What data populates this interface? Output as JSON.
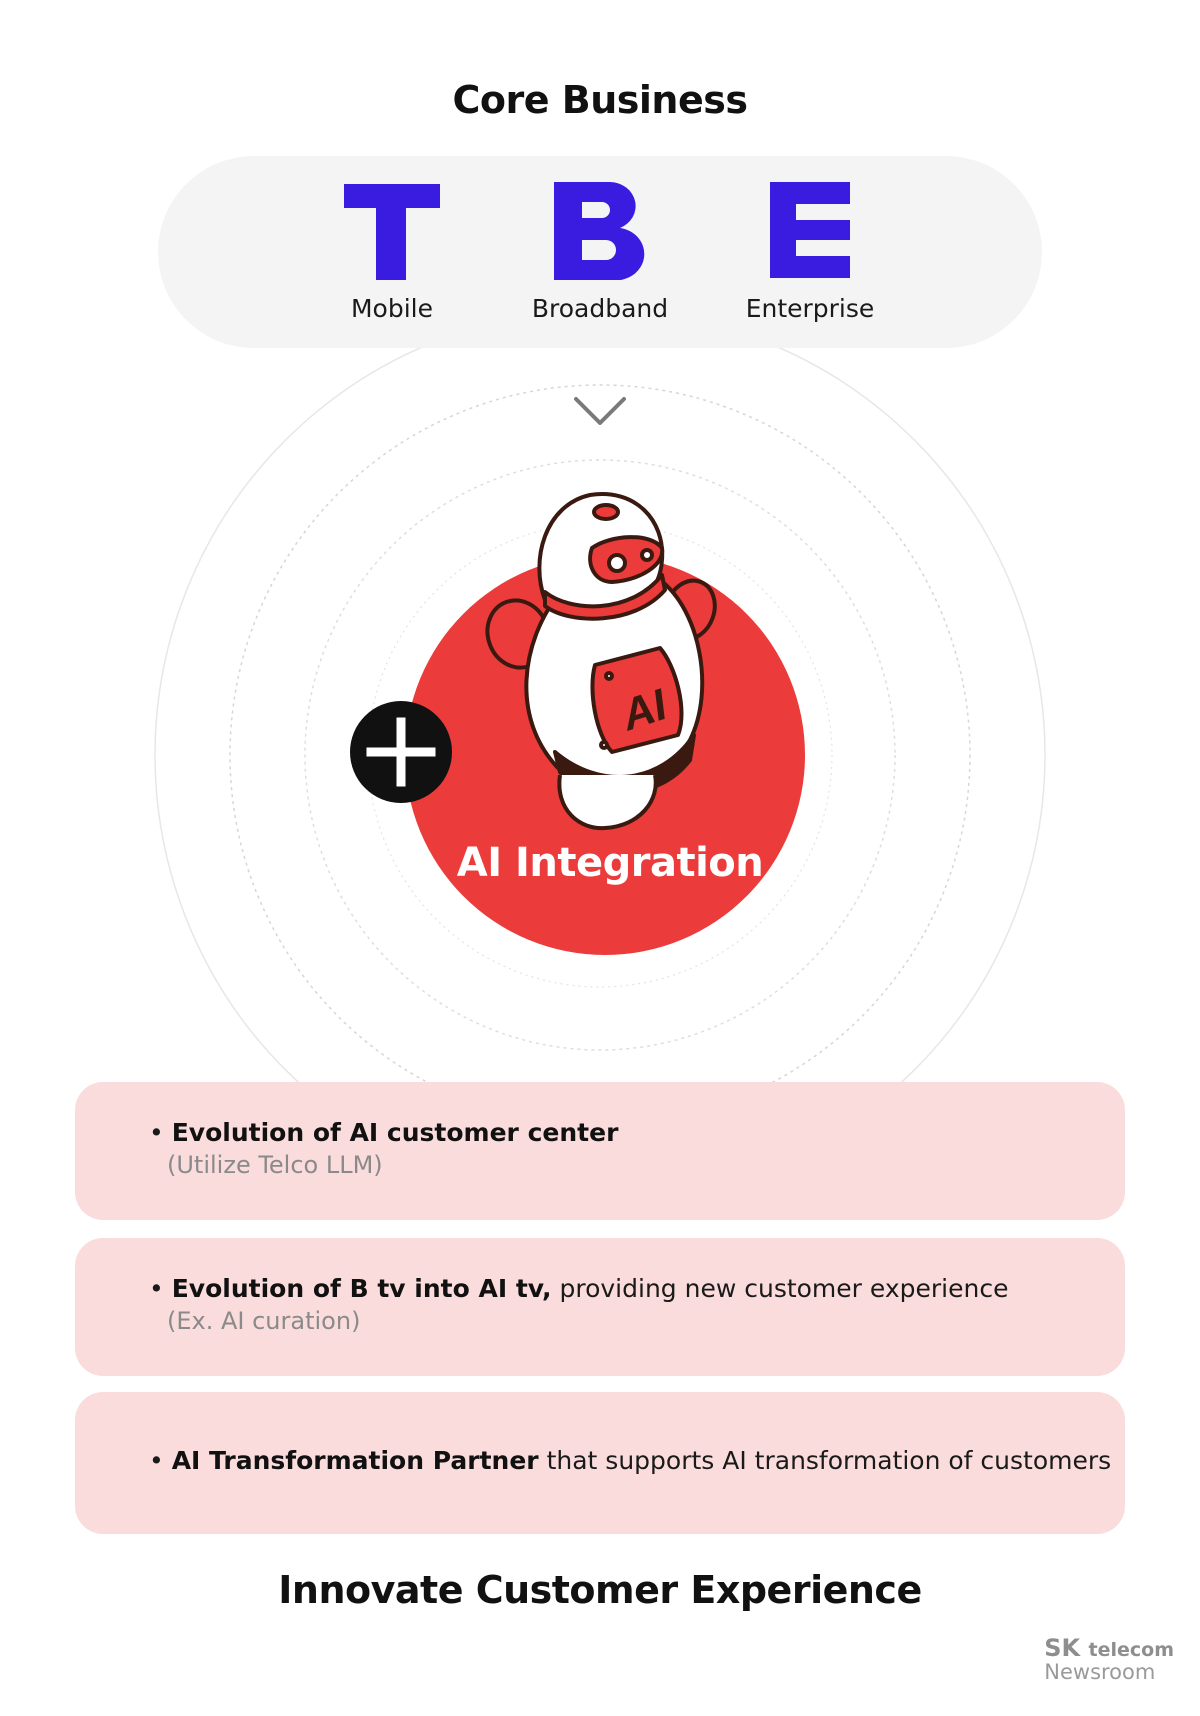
{
  "title": "Core Business",
  "core_business": [
    {
      "letter": "T",
      "label": "Mobile"
    },
    {
      "letter": "B",
      "label": "Broadband"
    },
    {
      "letter": "E",
      "label": "Enterprise"
    }
  ],
  "center": {
    "badge_icon": "plus-icon",
    "label": "AI Integration",
    "robot_chest_text": "AI"
  },
  "cards": [
    {
      "bold": "Evolution of AI customer center",
      "rest": "",
      "sub": "(Utilize Telco LLM)"
    },
    {
      "bold": "Evolution of B tv into AI tv,",
      "rest": " providing new customer experience",
      "sub": "(Ex. AI curation)"
    },
    {
      "bold": "AI Transformation Partner",
      "rest": " that supports AI transformation of customers",
      "sub": ""
    }
  ],
  "bottom_title": "Innovate Customer Experience",
  "brand": {
    "logo": "SK",
    "logo_suffix": "telecom",
    "subtitle": "Newsroom"
  },
  "colors": {
    "brand_blue": "#3a1be0",
    "ai_red": "#ec3b3b",
    "card_pink": "#fbdcdc",
    "pill_gray": "#f4f4f4"
  }
}
